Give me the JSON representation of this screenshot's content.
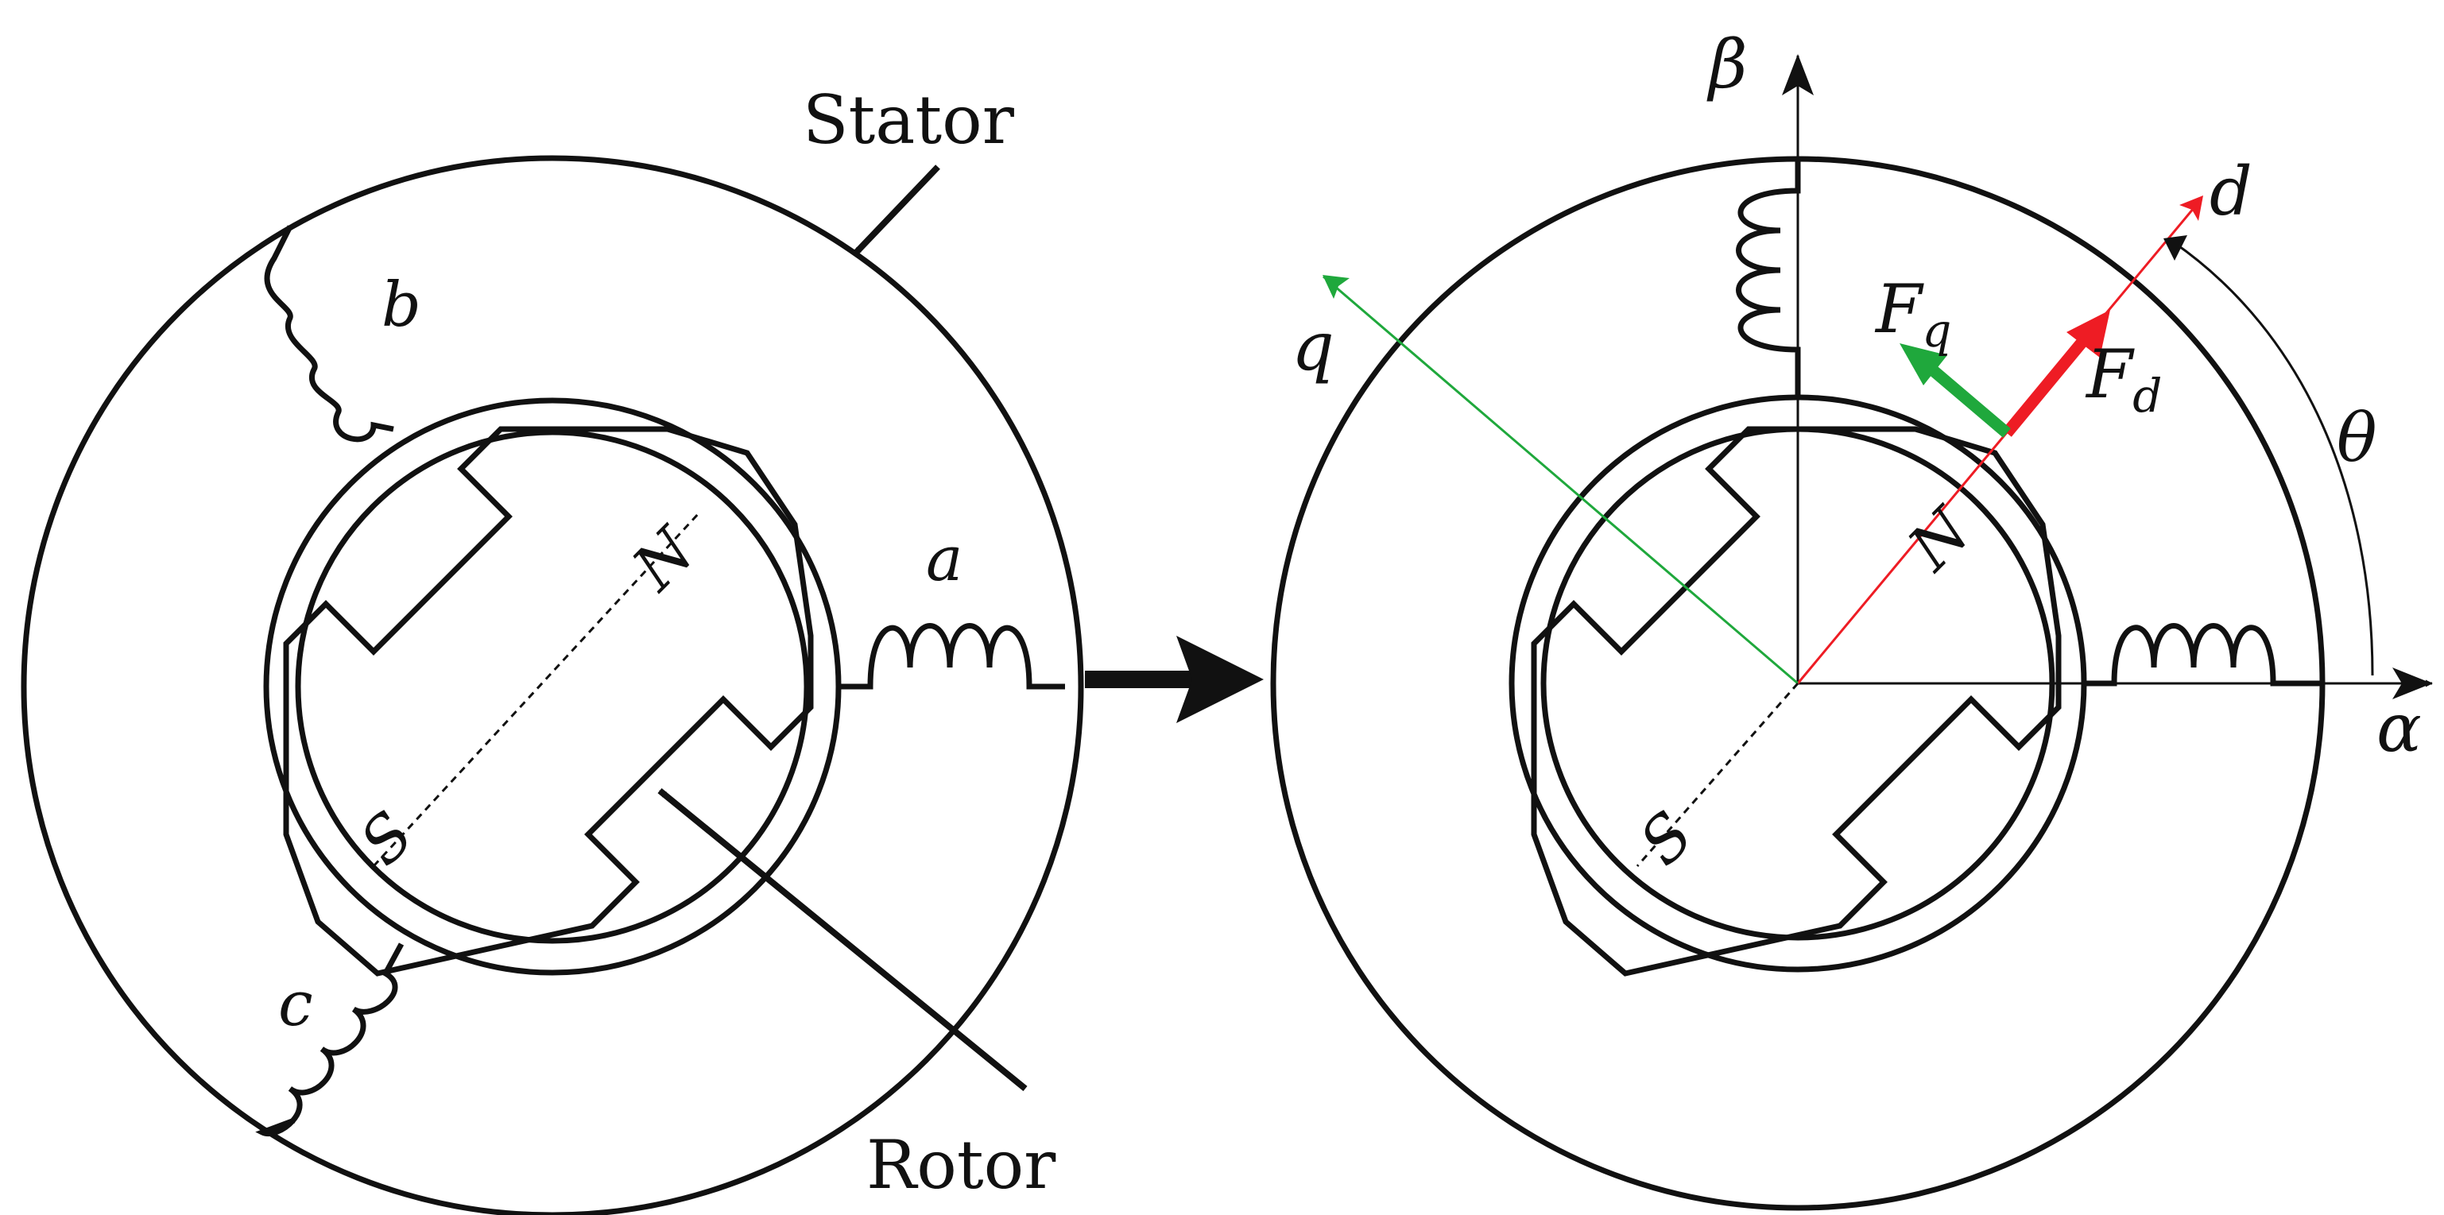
{
  "labels": {
    "stator": "Stator",
    "rotor": "Rotor",
    "phase_a": "a",
    "phase_b": "b",
    "phase_c": "c",
    "north": "N",
    "south": "S",
    "axis_alpha": "α",
    "axis_beta": "β",
    "axis_d": "d",
    "axis_q": "q",
    "force_d_main": "F",
    "force_d_sub": "d",
    "force_q_main": "F",
    "force_q_sub": "q",
    "angle": "θ"
  },
  "colors": {
    "stroke": "#111111",
    "d_axis": "#ee1c24",
    "q_axis": "#1fa83c",
    "background": "#ffffff"
  }
}
